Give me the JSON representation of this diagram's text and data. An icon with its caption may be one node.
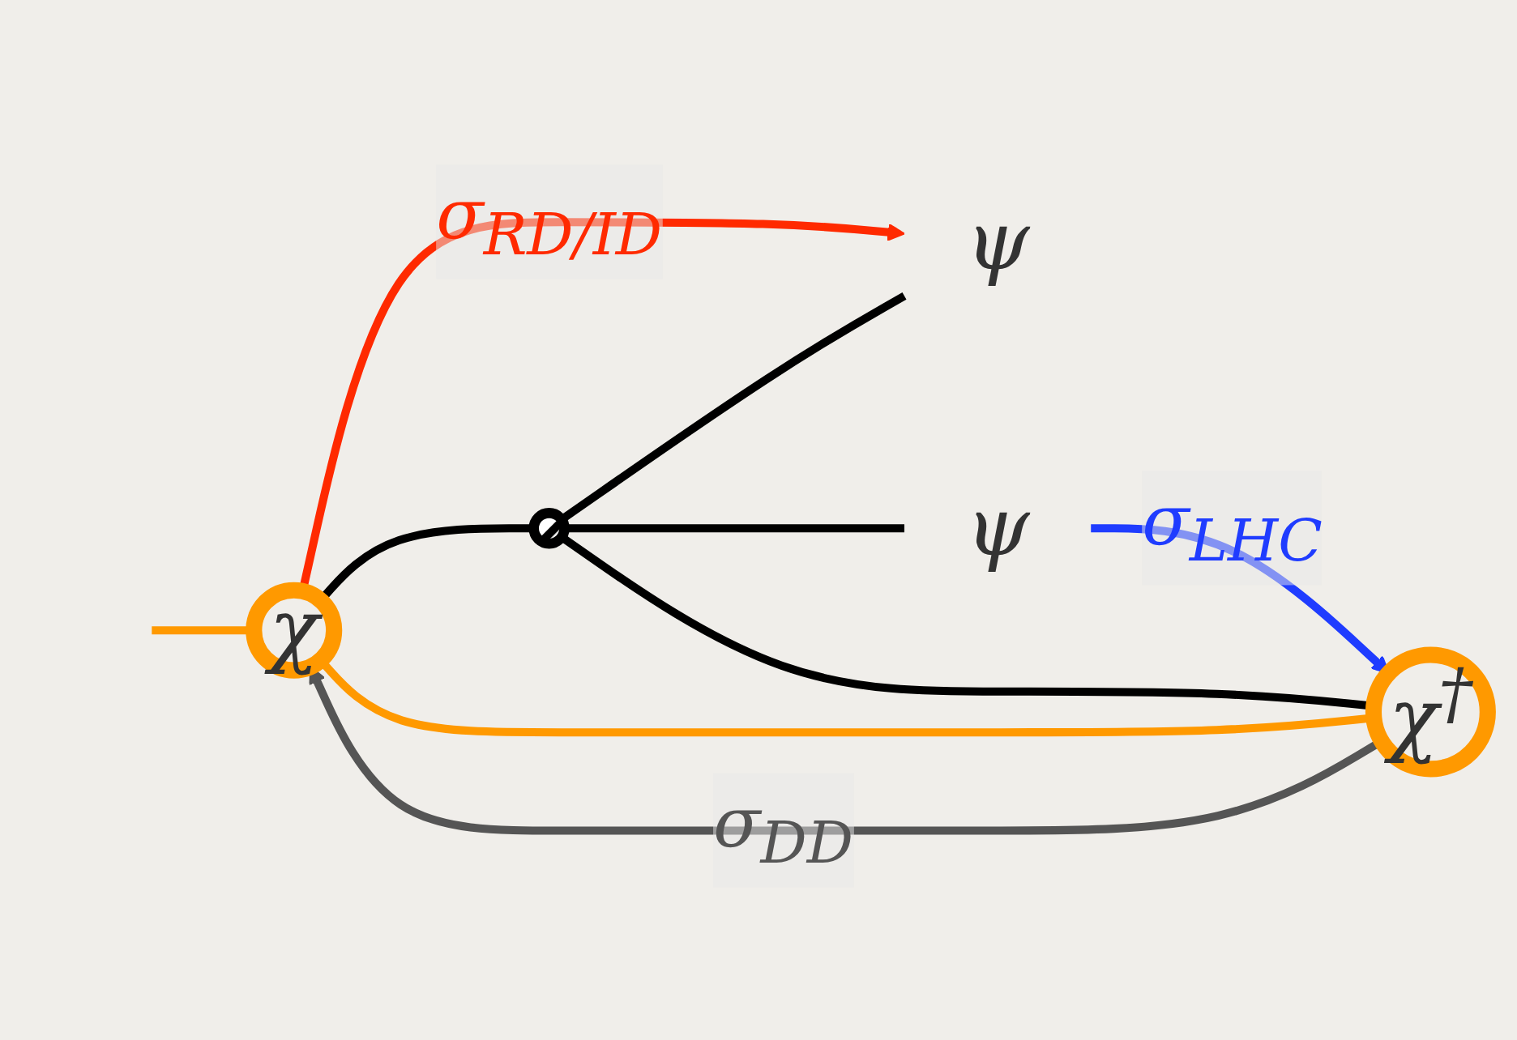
{
  "diagram": {
    "nodes": [
      {
        "text": [
          "χ"
        ]
      },
      {
        "text": [
          "ψ"
        ]
      },
      {
        "text": [],
        "shape": "circle"
      },
      {
        "text": [
          "χ$^{†}$"
        ]
      },
      {
        "text": [
          "ψ"
        ]
      }
    ],
    "edges": [
      {
        "from": 0,
        "to": 1,
        "arrow": "to",
        "label": "σ$_{RD/ID}$",
        "color": "#ff2a00"
      },
      {
        "from": 0,
        "to": 2,
        "arrow": "none"
      },
      {
        "from": 2,
        "to": 1,
        "arrow": "none"
      },
      {
        "from": 3,
        "to": 2,
        "arrow": "none"
      },
      {
        "from": 2,
        "to": 4,
        "arrow": "none"
      },
      {
        "from": 4,
        "to": 3,
        "arrow": "to",
        "label": "σ$_{LHC}$",
        "color": "#1f3cff"
      },
      {
        "from": 3,
        "to": 0,
        "arrow": "to",
        "label": "σ$_{DD}$",
        "color": "#555555"
      },
      {
        "from": 0,
        "to": 3,
        "arrow": "none",
        "color": "#ff9900"
      },
      {
        "from": null,
        "to": 0,
        "arrow": "none",
        "color": "#ff9900"
      }
    ]
  }
}
